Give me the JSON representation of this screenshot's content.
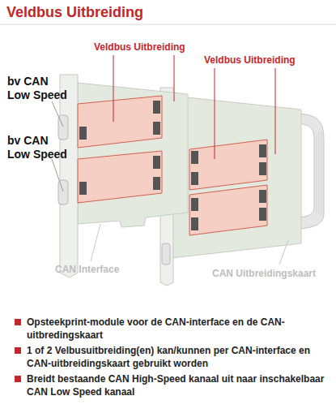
{
  "diagram": {
    "title": "Veldbus Uitbreiding",
    "labels": [
      "Veldbus Uitbreiding",
      "Veldbus Uitbreiding",
      "bv CAN Low Speed",
      "bv CAN Low Speed",
      "CAN Interface",
      "CAN Uitbreidingskaart",
      "Opsteekprint-module voor de CAN-interface en de CAN-uitbredingskaart",
      "1 of 2 Velbusuitbreiding(en) kan/kunnen per CAN-interface en CAN-uitbreidingskaart gebruikt worden",
      "Breidt bestaande CAN High-Speed kanaal uit naar inschakelbaar CAN Low Speed kanaal"
    ]
  }
}
